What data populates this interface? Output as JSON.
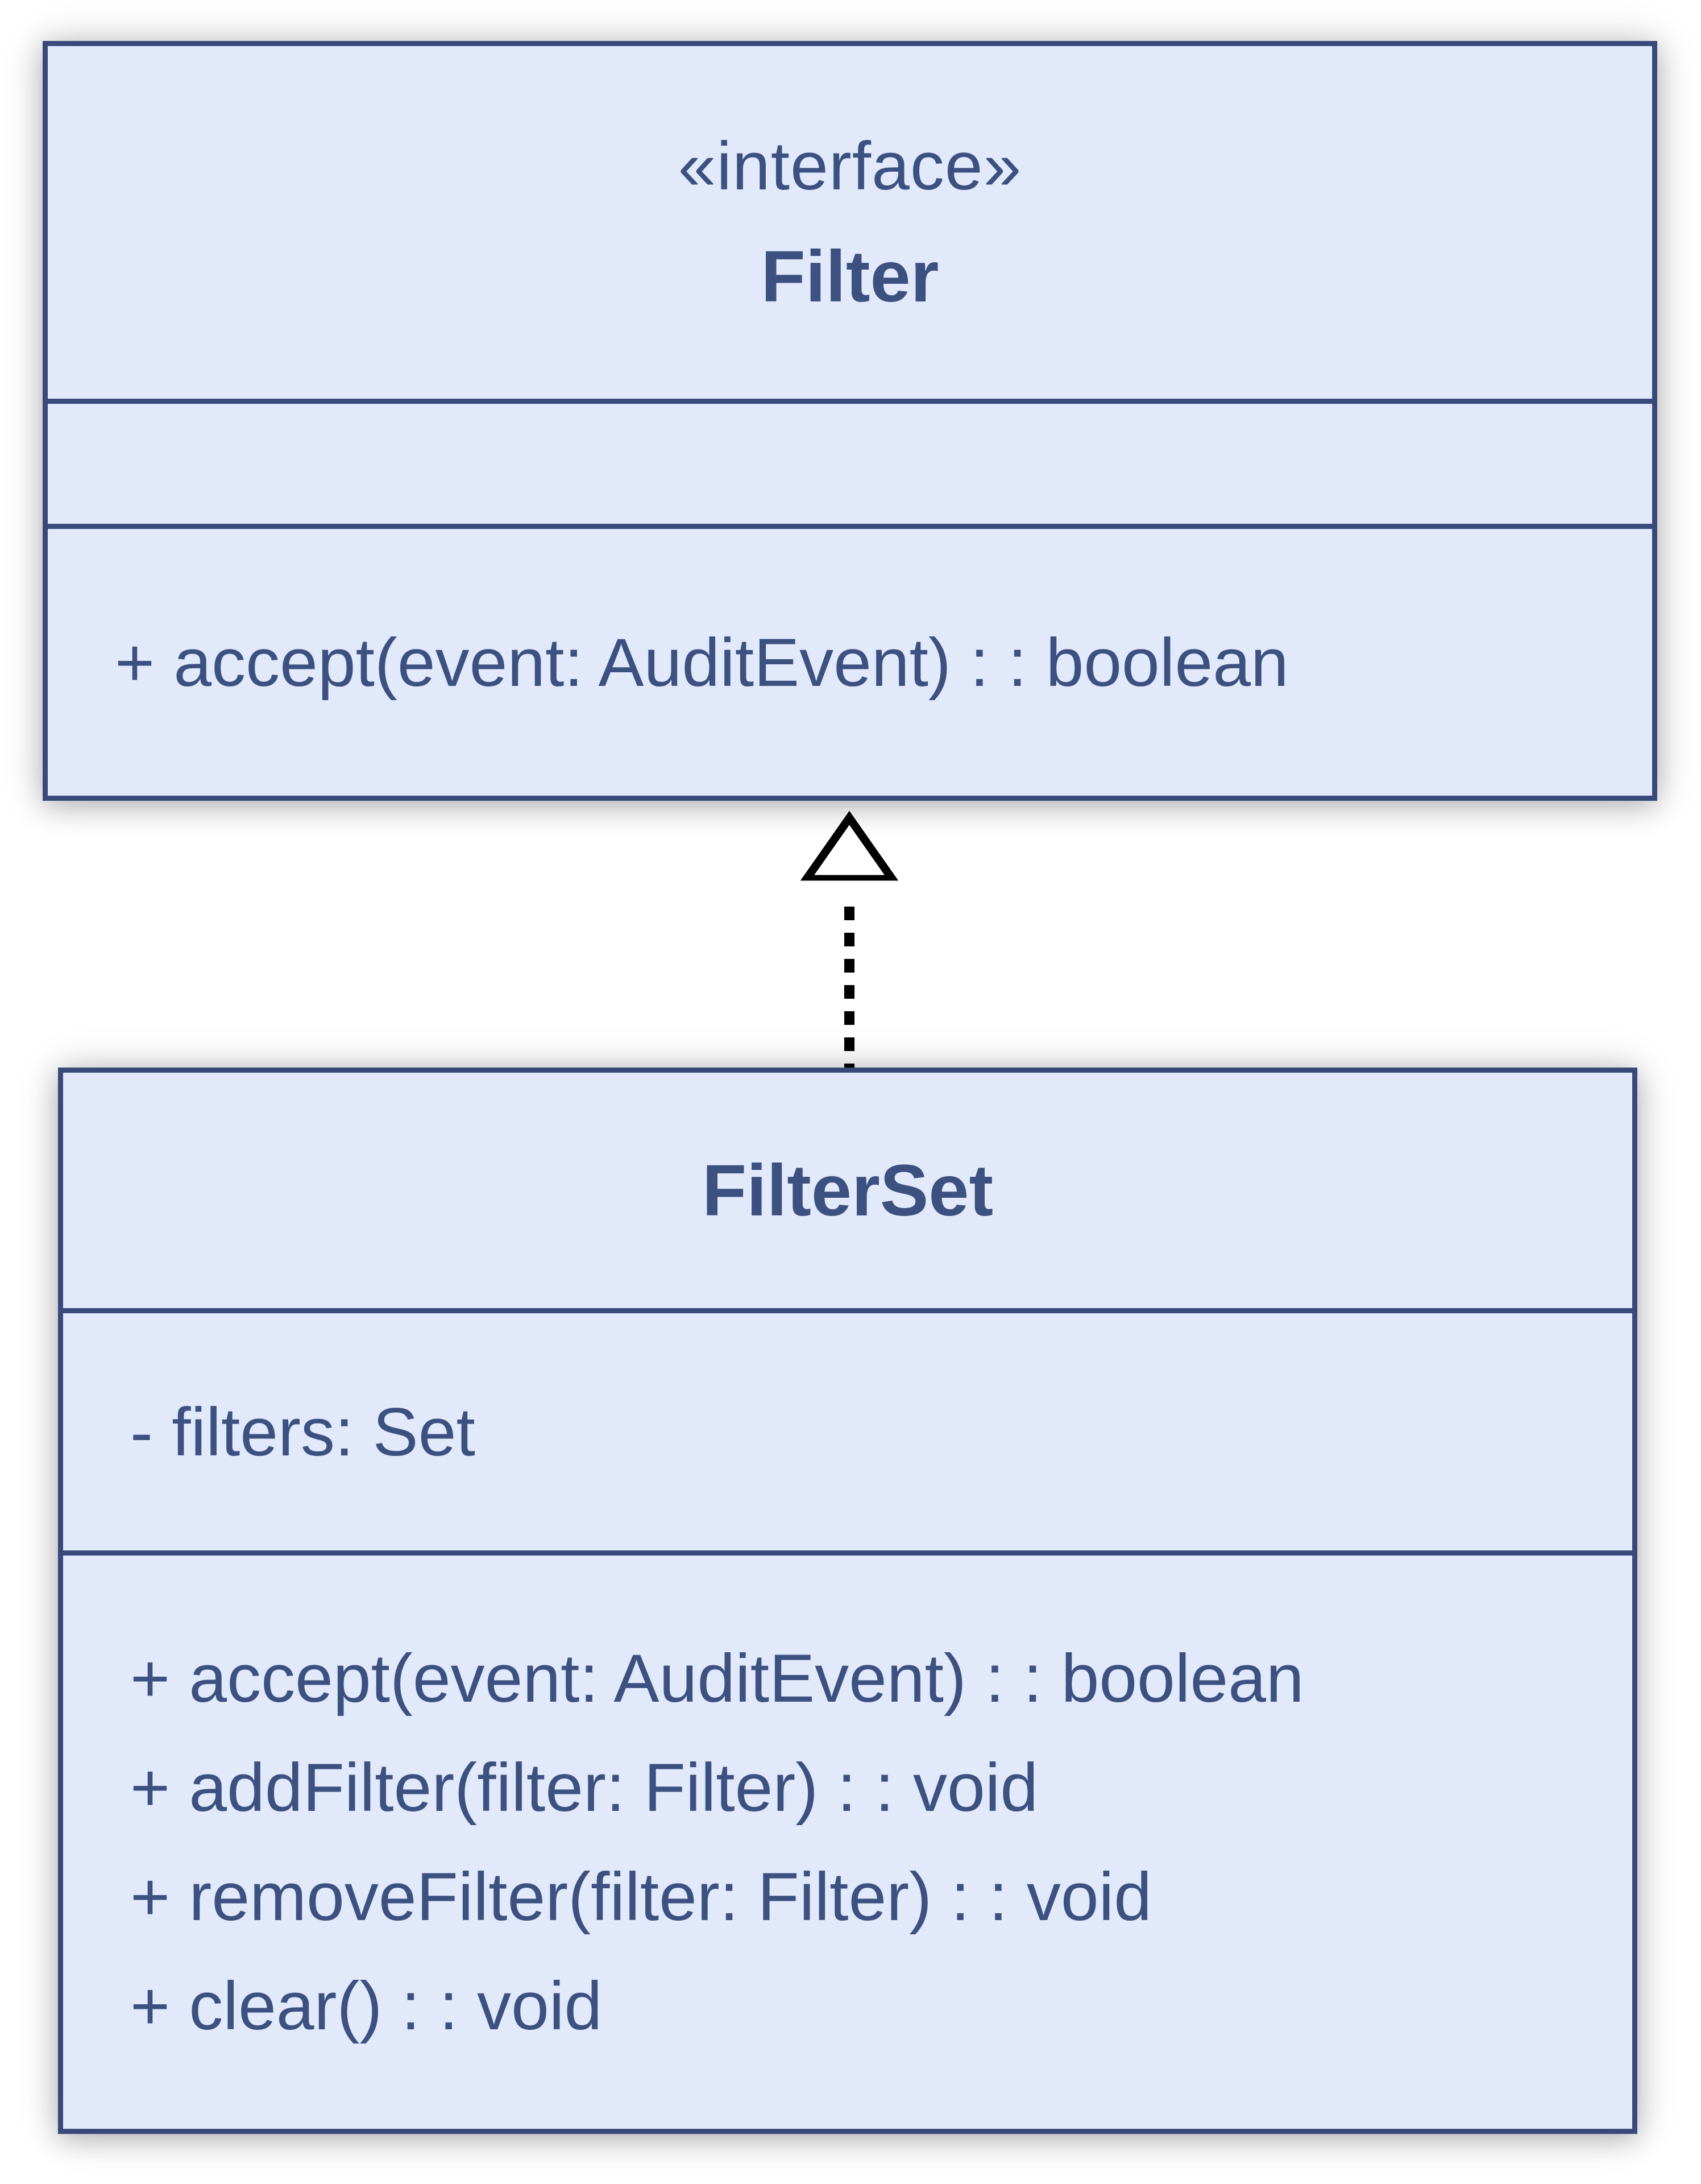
{
  "theme": {
    "border": "#38497a",
    "fill": "#e1e9fb",
    "text": "#3d5181",
    "arrow": "#000000",
    "background": "#ffffff"
  },
  "diagram_type": "uml-class-diagram",
  "classes": [
    {
      "id": "filter",
      "stereotype": "«interface»",
      "name": "Filter",
      "attributes": [],
      "methods": [
        "+ accept(event: AuditEvent) : : boolean"
      ]
    },
    {
      "id": "filterset",
      "stereotype": "",
      "name": "FilterSet",
      "attributes": [
        "- filters: Set"
      ],
      "methods": [
        "+ accept(event: AuditEvent) : : boolean",
        "+ addFilter(filter: Filter) : : void",
        "+ removeFilter(filter: Filter) : : void",
        "+ clear() : : void"
      ]
    }
  ],
  "relationships": [
    {
      "type": "realization",
      "from": "FilterSet",
      "to": "Filter",
      "line_style": "dashed",
      "arrowhead": "hollow-triangle"
    }
  ]
}
